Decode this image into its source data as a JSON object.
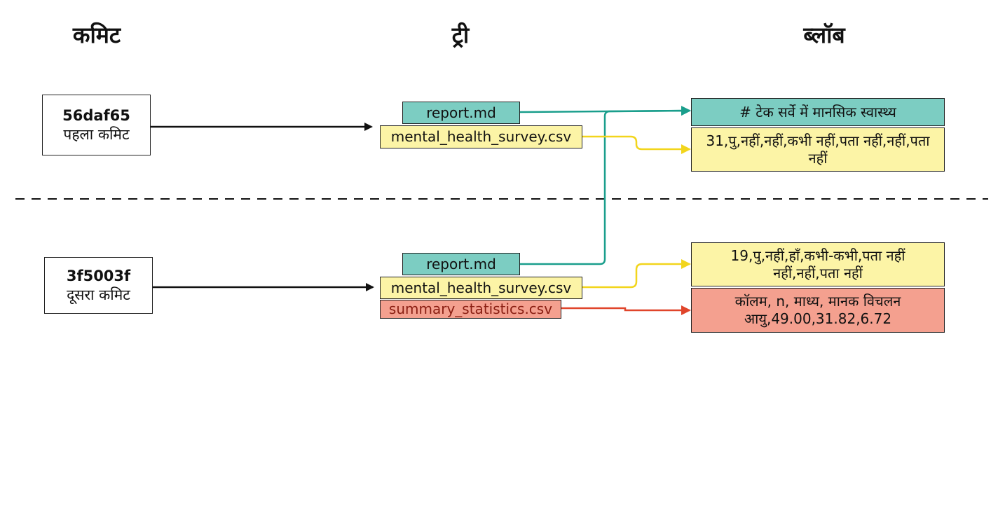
{
  "headers": {
    "commit": "कमिट",
    "tree": "ट्री",
    "blob": "ब्लॉब"
  },
  "commits": [
    {
      "hash": "56daf65",
      "message": "पहला कमिट"
    },
    {
      "hash": "3f5003f",
      "message": "दूसरा कमिट"
    }
  ],
  "tree1": {
    "report": "report.md",
    "survey": "mental_health_survey.csv"
  },
  "tree2": {
    "report": "report.md",
    "survey": "mental_health_survey.csv",
    "summary": "summary_statistics.csv"
  },
  "blobs": {
    "report": "# टेक सर्वे में मानसिक स्वास्थ्य",
    "survey_v1": "31,पु,नहीं,नहीं,कभी नहीं,पता नहीं,नहीं,पता नहीं",
    "survey_v2": "19,पु,नहीं,हाँ,कभी-कभी,पता नहीं नहीं,नहीं,पता नहीं",
    "summary": "कॉलम, n, माध्य, मानक विचलन आयु,49.00,31.82,6.72"
  },
  "colors": {
    "teal": "#1a9e8c",
    "yellow": "#f2d51c",
    "red": "#e0452b",
    "black": "#111111"
  }
}
